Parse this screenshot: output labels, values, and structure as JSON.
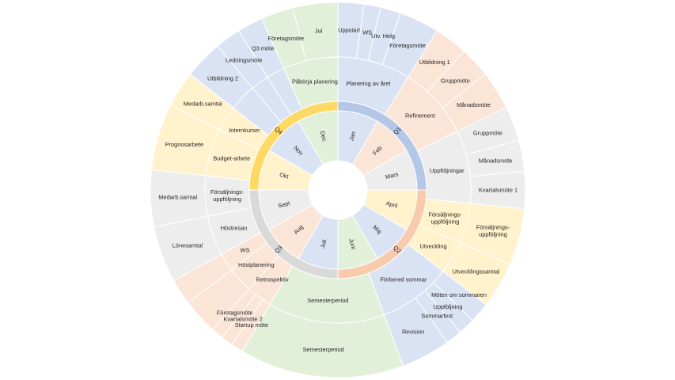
{
  "colors": {
    "blue": "#dae3f3",
    "orange": "#fbe5d6",
    "gray": "#ededed",
    "yellow": "#fff2cc",
    "green": "#e2f0d9",
    "q1": "#b4c7e7",
    "q2": "#f8cbad",
    "q3": "#d9d9d9",
    "q4": "#ffd966"
  },
  "quarters": [
    {
      "label": "Q1",
      "color": "q1"
    },
    {
      "label": "Q2",
      "color": "q2"
    },
    {
      "label": "Q3",
      "color": "q3"
    },
    {
      "label": "Q4",
      "color": "q4"
    }
  ],
  "months": [
    {
      "label": "Jan",
      "color": "blue"
    },
    {
      "label": "Feb",
      "color": "orange"
    },
    {
      "label": "Mars",
      "color": "gray"
    },
    {
      "label": "April",
      "color": "yellow"
    },
    {
      "label": "Maj",
      "color": "blue"
    },
    {
      "label": "Juni",
      "color": "green"
    },
    {
      "label": "Juli",
      "color": "blue"
    },
    {
      "label": "Aug",
      "color": "orange"
    },
    {
      "label": "Sept",
      "color": "gray"
    },
    {
      "label": "Okt",
      "color": "yellow"
    },
    {
      "label": "Nov",
      "color": "blue"
    },
    {
      "label": "Dec",
      "color": "green"
    }
  ],
  "activities": [
    {
      "label": "Planering av året",
      "color": "blue",
      "share": 2,
      "children": [
        {
          "label": "Uppstart",
          "share": 1
        },
        {
          "label": "WS",
          "share": 0.65
        },
        {
          "label": "Utv. Helg",
          "share": 0.8
        },
        {
          "label": "Företagsmöte",
          "share": 1.55
        }
      ]
    },
    {
      "label": "Refinement",
      "color": "orange",
      "share": 2,
      "children": [
        {
          "label": "Utbildning 1",
          "share": 1.3
        },
        {
          "label": "Gruppmöte",
          "share": 1.2
        },
        {
          "label": "Månadsmöte",
          "share": 1.5
        }
      ]
    },
    {
      "label": "Uppföljningar",
      "color": "gray",
      "share": 2,
      "children": [
        {
          "label": "Gruppmöte",
          "share": 1.35
        },
        {
          "label": "Månadsmöte",
          "share": 1.2
        },
        {
          "label": "Kvartalsmöte 1",
          "share": 1.45
        }
      ]
    },
    {
      "label": "Försäljnings- uppföljning",
      "color": "yellow",
      "share": 1.1,
      "children": [
        {
          "label": "Försäljnings- uppföljning",
          "share": 1
        }
      ]
    },
    {
      "label": "Utveckling",
      "color": "yellow",
      "share": 0.9,
      "children": [
        {
          "label": "Utvecklingssamtal",
          "share": 1
        }
      ]
    },
    {
      "label": "Förbered sommar",
      "color": "blue",
      "share": 2,
      "children": [
        {
          "label": "Möten om sommaren",
          "share": 1
        },
        {
          "label": "Uppföljning",
          "share": 0.8
        },
        {
          "label": "Sommarfest",
          "share": 0.8
        },
        {
          "label": "Revision",
          "share": 2.4
        }
      ]
    },
    {
      "label": "Semesterperiod",
      "color": "green",
      "share": 3.2,
      "children": [
        {
          "label": "Semesterperiod",
          "share": 1
        }
      ]
    },
    {
      "label": "Retrospektiv",
      "color": "orange",
      "share": 0.7,
      "children": [
        {
          "label": "Startup möte",
          "share": 1
        },
        {
          "label": "Kvartalsmöte 2",
          "share": 1
        },
        {
          "label": "Företagsmöte",
          "share": 1
        }
      ]
    },
    {
      "label": "Höstplanering",
      "color": "orange",
      "share": 0.7,
      "children": [
        {
          "label": "",
          "share": 1
        }
      ]
    },
    {
      "label": "WS",
      "color": "orange",
      "share": 0.5,
      "children": [
        {
          "label": "",
          "share": 1
        }
      ]
    },
    {
      "label": "Höstresan",
      "color": "gray",
      "share": 1.1,
      "children": [
        {
          "label": "Lönesamtal",
          "share": 1
        }
      ]
    },
    {
      "label": "Försäljnings- uppföljning",
      "color": "gray",
      "share": 1.1,
      "children": [
        {
          "label": "Medarb.samtal",
          "share": 1
        }
      ]
    },
    {
      "label": "Budget-arbete",
      "color": "yellow",
      "share": 1.3,
      "children": [
        {
          "label": "Prognosarbete",
          "share": 1
        }
      ]
    },
    {
      "label": "Internkurser",
      "color": "yellow",
      "share": 0.7,
      "children": [
        {
          "label": "Medarb.samtal",
          "share": 1
        }
      ]
    },
    {
      "label": "",
      "color": "blue",
      "share": 0.75,
      "children": [
        {
          "label": "Utbildning 2",
          "share": 1
        }
      ]
    },
    {
      "label": "",
      "color": "blue",
      "share": 0.5,
      "children": [
        {
          "label": "Ledningsmöte",
          "share": 1
        }
      ]
    },
    {
      "label": "",
      "color": "blue",
      "share": 0.5,
      "children": [
        {
          "label": "Q3 möte",
          "share": 1
        }
      ]
    },
    {
      "label": "Påbörja planering",
      "color": "green",
      "share": 1.5,
      "children": [
        {
          "label": "Företagsmöte",
          "share": 1.05
        },
        {
          "label": "Jul",
          "share": 1.45
        }
      ]
    }
  ]
}
